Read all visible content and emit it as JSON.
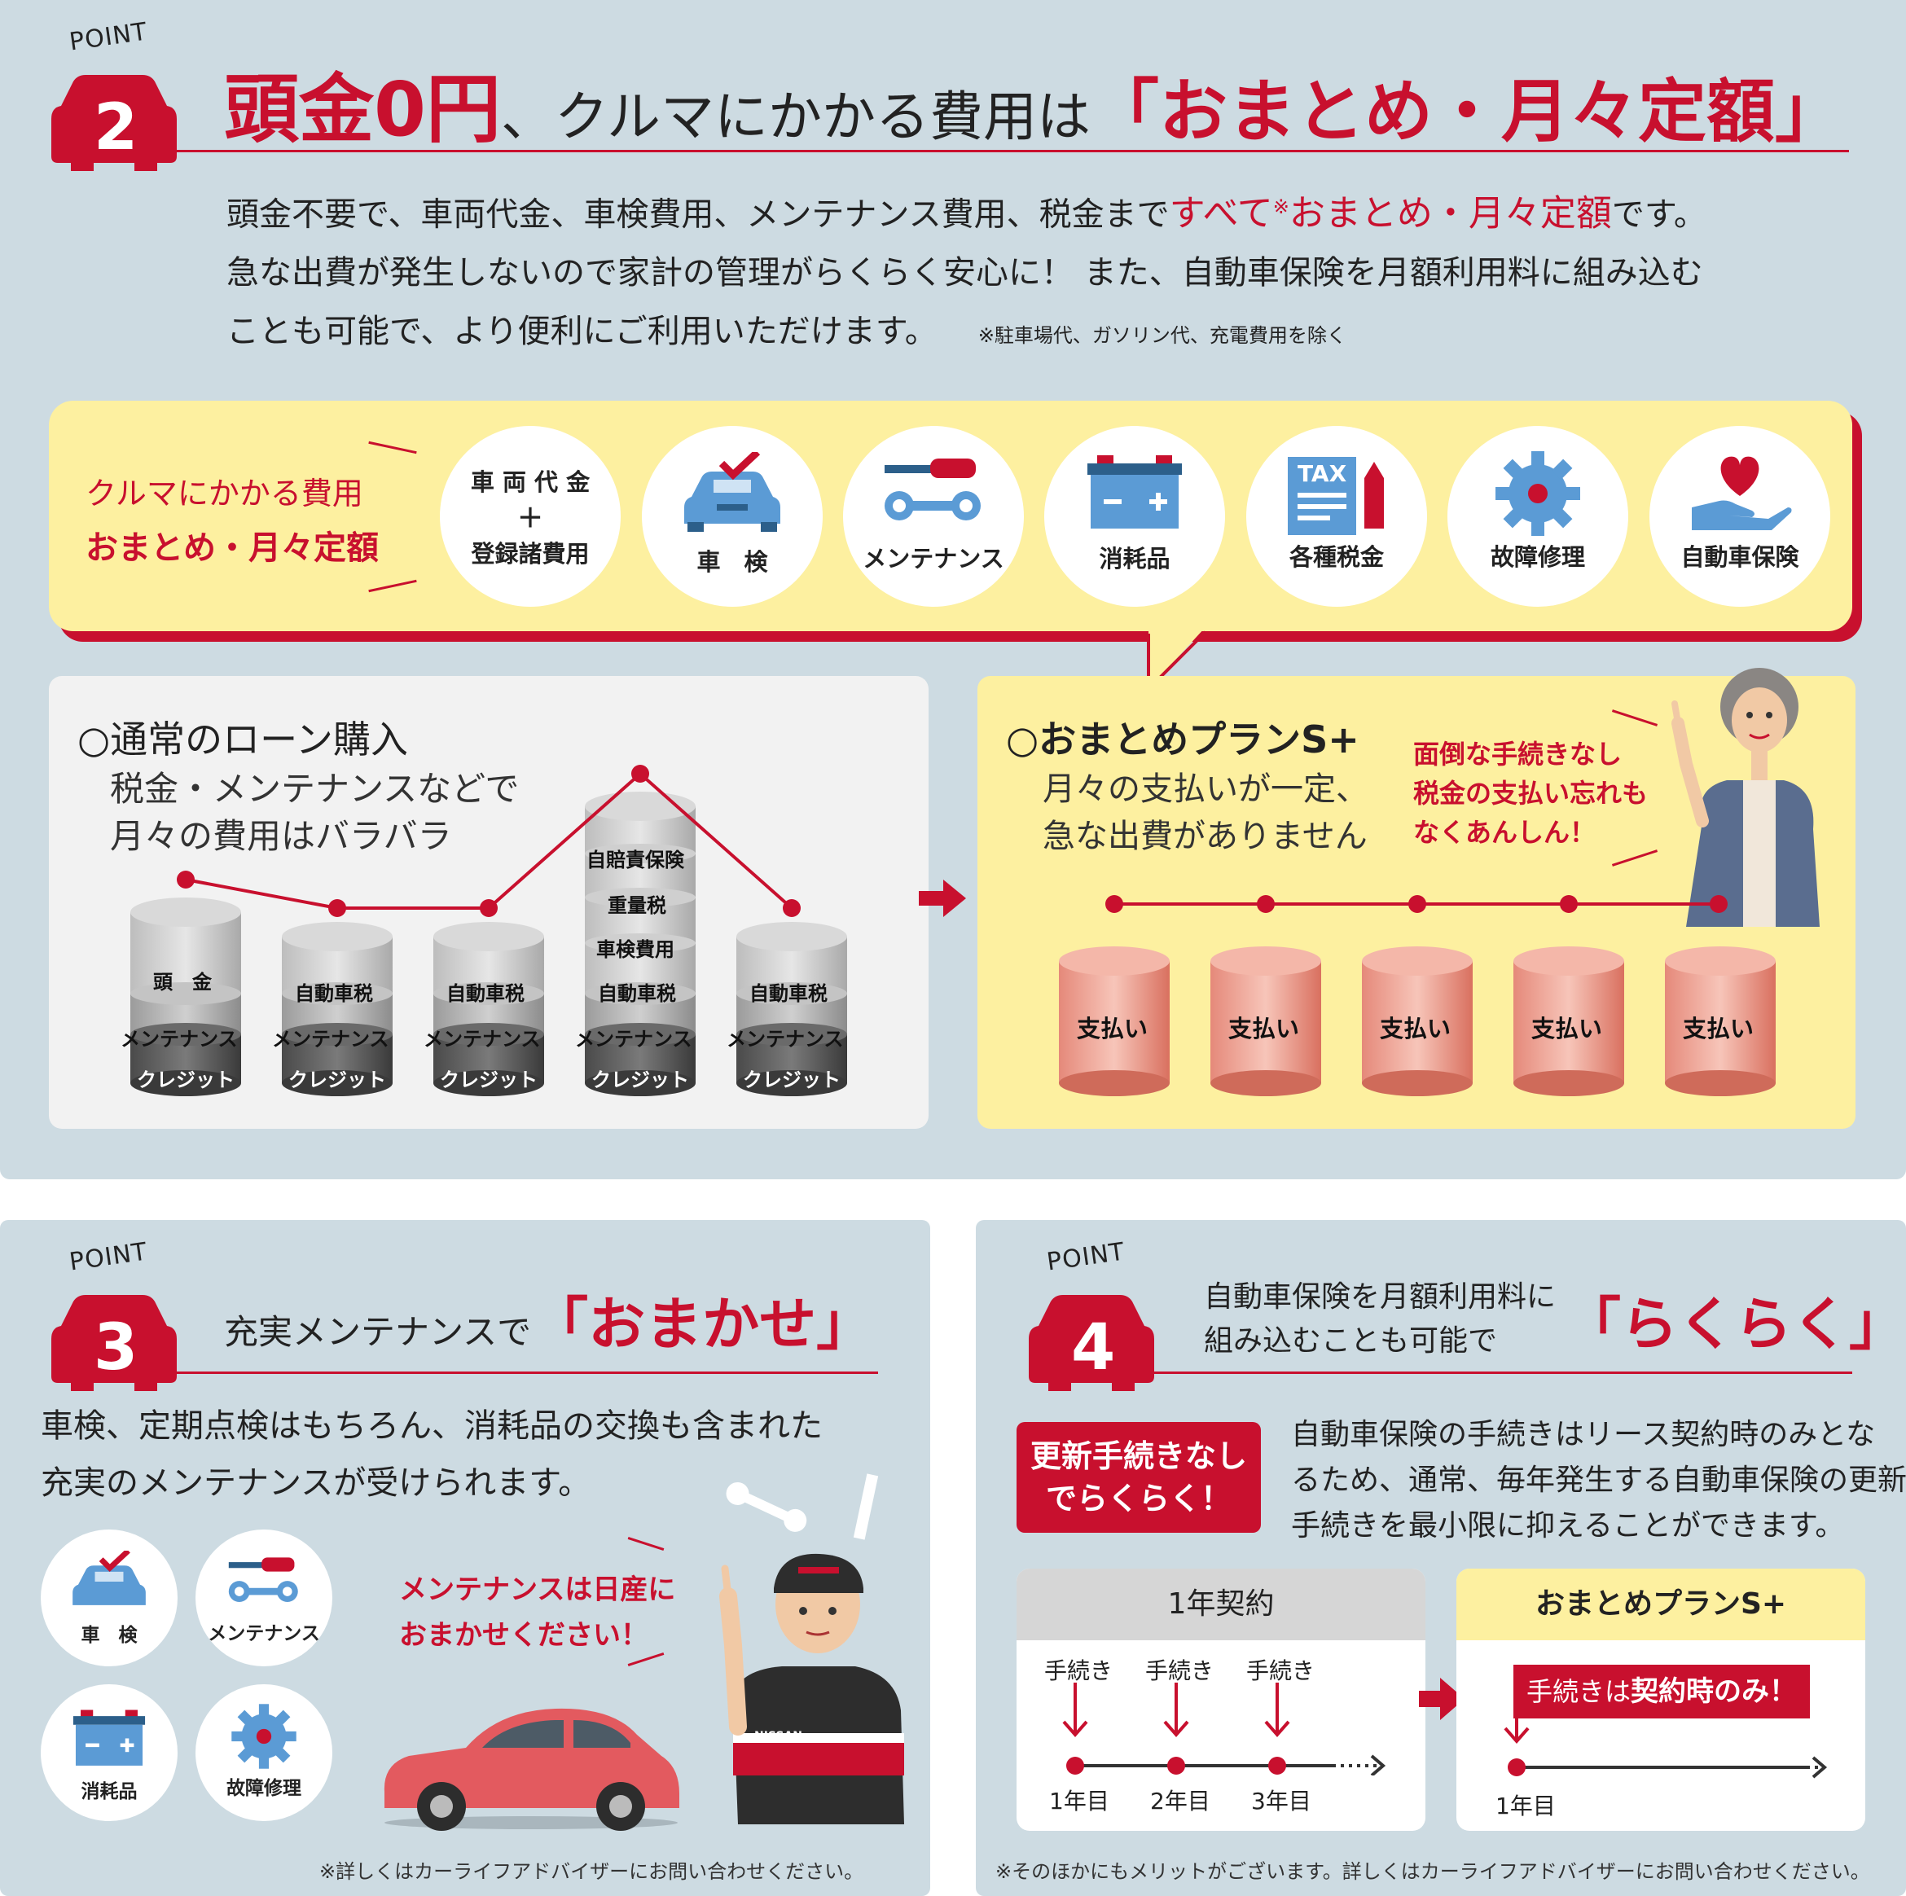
{
  "colors": {
    "accent": "#c8102e",
    "panel_bg": "#cddbe2",
    "yellow": "#fdf0a0",
    "icon_blue": "#5b9bd5"
  },
  "p2": {
    "point": "POINT",
    "num": "2",
    "title_a": "頭金0円",
    "title_b": "、クルマにかかる費用は",
    "title_c": "「おまとめ・月々定額」",
    "body1_a": "頭金不要で、車両代金、車検費用、メンテナンス費用、税金まで",
    "body1_b": "すべて",
    "body1_mark": "※",
    "body1_c": "おまとめ・月々定額",
    "body1_d": "です。",
    "body2": "急な出費が発生しないので家計の管理がらくらく安心に！ また、自動車保険を月額利用料に組み込む",
    "body3": "ことも可能で、より便利にご利用いただけます。",
    "note": "※駐車場代、ガソリン代、充電費用を除く",
    "band_l1": "クルマにかかる費用",
    "band_l2": "おまとめ・月々定額",
    "c1a": "車 両 代 金",
    "c1b": "＋",
    "c1c": "登録諸費用",
    "c2": "車　検",
    "c3": "メンテナンス",
    "c4": "消耗品",
    "c5": "各種税金",
    "c6": "故障修理",
    "c7": "自動車保険",
    "tax": "TAX",
    "loan_title": "○通常のローン購入",
    "loan_sub1": "税金・メンテナンスなどで",
    "loan_sub2": "月々の費用はバラバラ",
    "drum_head": "頭　金",
    "drum_tax": "自動車税",
    "drum_maint": "メンテナンス",
    "drum_credit": "クレジット",
    "drum_jibai": "自賠責保険",
    "drum_weight": "重量税",
    "drum_inspect": "車検費用",
    "plan_title": "○おまとめプランS+",
    "plan_sub1": "月々の支払いが一定、",
    "plan_sub2": "急な出費がありません",
    "plan_call1": "面倒な手続きなし",
    "plan_call2": "税金の支払い忘れも",
    "plan_call3": "なくあんしん！",
    "pay": "支払い"
  },
  "p3": {
    "point": "POINT",
    "num": "3",
    "title_a": "充実メンテナンスで",
    "title_b": "「おまかせ」",
    "body1": "車検、定期点検はもちろん、消耗品の交換も含まれた",
    "body2": "充実のメンテナンスが受けられます。",
    "i1": "車　検",
    "i2": "メンテナンス",
    "i3": "消耗品",
    "i4": "故障修理",
    "call1": "メンテナンスは日産に",
    "call2": "おまかせください！",
    "badge": "NISSAN",
    "note": "※詳しくはカーライフアドバイザーにお問い合わせください。"
  },
  "p4": {
    "point": "POINT",
    "num": "4",
    "title_a1": "自動車保険を月額利用料に",
    "title_a2": "組み込むことも可能で",
    "title_b": "「らくらく」",
    "badge1": "更新手続きなし",
    "badge2": "でらくらく！",
    "body1": "自動車保険の手続きはリース契約時のみとな",
    "body2": "るため、通常、毎年発生する自動車保険の更新",
    "body3": "手続きを最小限に抑えることができます。",
    "left_head": "1年契約",
    "proc": "手続き",
    "y1": "1年目",
    "y2": "2年目",
    "y3": "3年目",
    "right_head": "おまとめプランS+",
    "right_tag_a": "手続きは",
    "right_tag_b": "契約時のみ！",
    "note": "※そのほかにもメリットがございます。詳しくはカーライフアドバイザーにお問い合わせください。"
  }
}
